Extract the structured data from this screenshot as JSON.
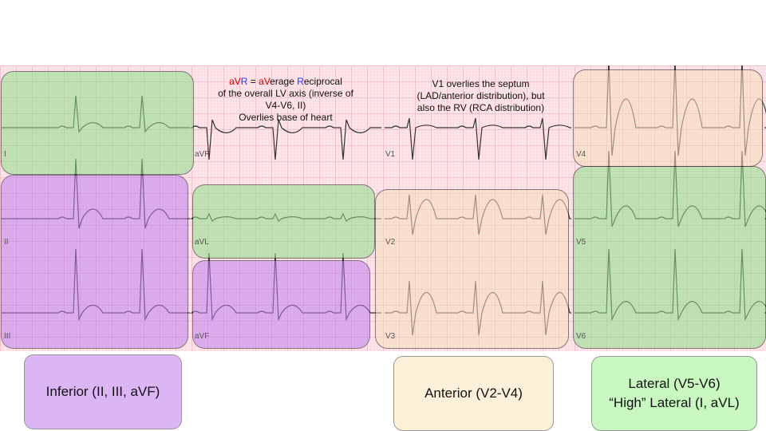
{
  "leads": {
    "I": "I",
    "aVR": "aVR",
    "V1": "V1",
    "V4": "V4",
    "II": "II",
    "aVL": "aVL",
    "V2": "V2",
    "V5": "V5",
    "III": "III",
    "aVF": "aVF",
    "V3": "V3",
    "V6": "V6"
  },
  "notes": {
    "avr": {
      "parts": [
        {
          "text": "a",
          "color": "#e00000"
        },
        {
          "text": "V",
          "color": "#e00000"
        },
        {
          "text": "R",
          "color": "#1a3cff"
        },
        {
          "text": " = ",
          "color": "#111111"
        },
        {
          "text": "a",
          "color": "#e00000"
        },
        {
          "text": "V",
          "color": "#e00000"
        },
        {
          "text": "erage ",
          "color": "#111111"
        },
        {
          "text": "R",
          "color": "#1a3cff"
        },
        {
          "text": "eciprocal",
          "color": "#111111"
        }
      ],
      "line2": "of the overall LV axis (inverse of",
      "line3": "V4-V6, II)",
      "line4": "Overlies base of heart"
    },
    "v1": {
      "line1": "V1 overlies the septum",
      "line2": "(LAD/anterior distribution), but",
      "line3": "also the RV (RCA distribution)"
    }
  },
  "legend": {
    "inferior": "Inferior (II, III, aVF)",
    "anterior": "Anterior (V2-V4)",
    "lateral_line1": "Lateral (V5-V6)",
    "lateral_line2": "“High” Lateral (I, aVL)"
  },
  "colors": {
    "green": "#8fe08a",
    "purple": "#c07ff0",
    "peach": "#f7ddb8",
    "green_box": "#c9f7c0",
    "purple_box": "#dcb5f5",
    "peach_box": "#fdf0d8",
    "grid_minor": "#f6c3cf",
    "grid_major": "#ec9fb0",
    "grid_bg": "#fbe6ea",
    "trace": "#333333"
  }
}
